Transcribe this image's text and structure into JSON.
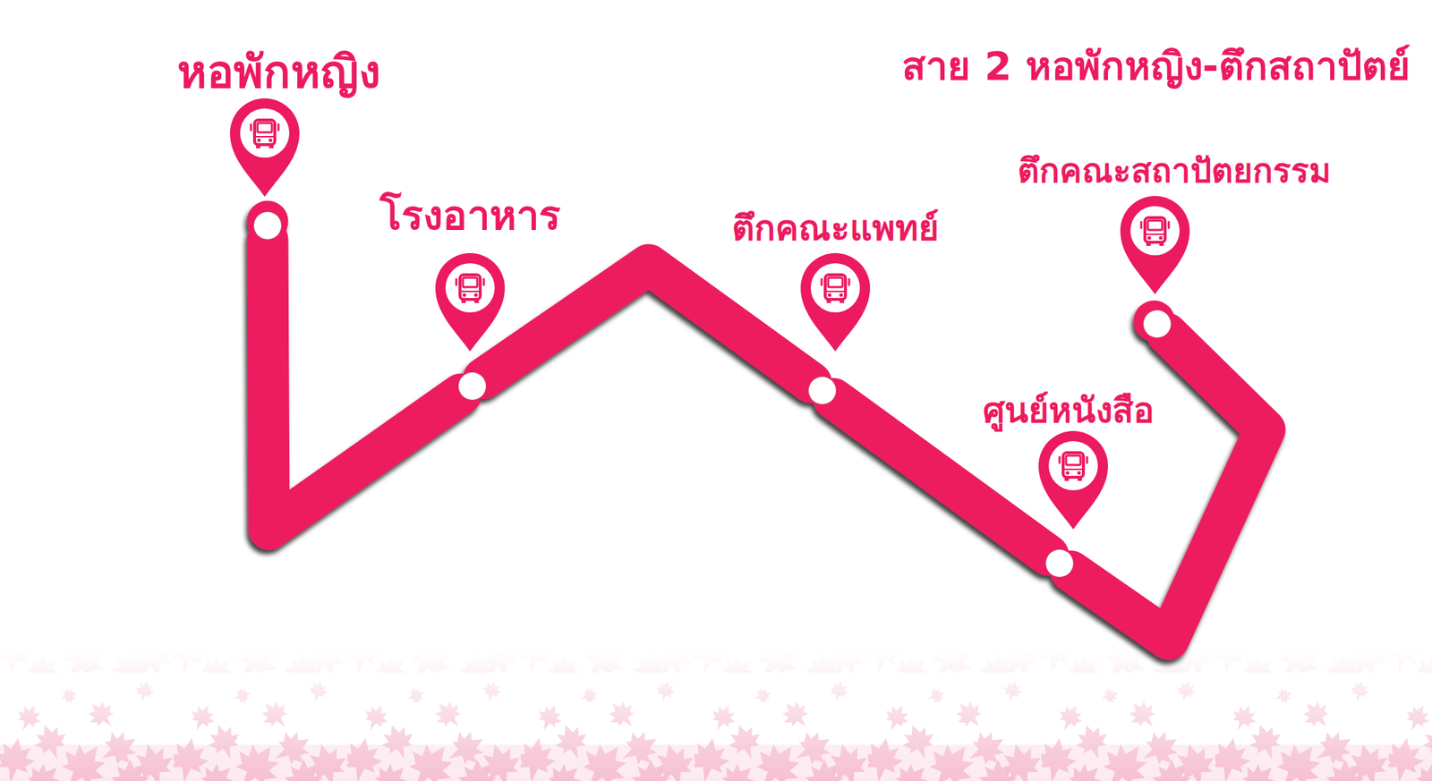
{
  "diagram": {
    "title": "สาย 2 หอพักหญิง-ตึกสถาปัตย์",
    "nodes": [
      {
        "text": [
          "หอพักหญิง"
        ]
      },
      {
        "text": [
          "โรงอาหาร"
        ]
      },
      {
        "text": [
          "ตึกคณะแพทย์"
        ]
      },
      {
        "text": [
          "ศูนย์หนังสือ"
        ]
      },
      {
        "text": [
          "ตึกคณะสถาปัตยกรรม"
        ]
      }
    ],
    "edges": [
      {
        "from": 0,
        "to": 1,
        "arrow": "none"
      },
      {
        "from": 1,
        "to": 2,
        "arrow": "none"
      },
      {
        "from": 2,
        "to": 3,
        "arrow": "none"
      },
      {
        "from": 3,
        "to": 4,
        "arrow": "none"
      }
    ]
  }
}
